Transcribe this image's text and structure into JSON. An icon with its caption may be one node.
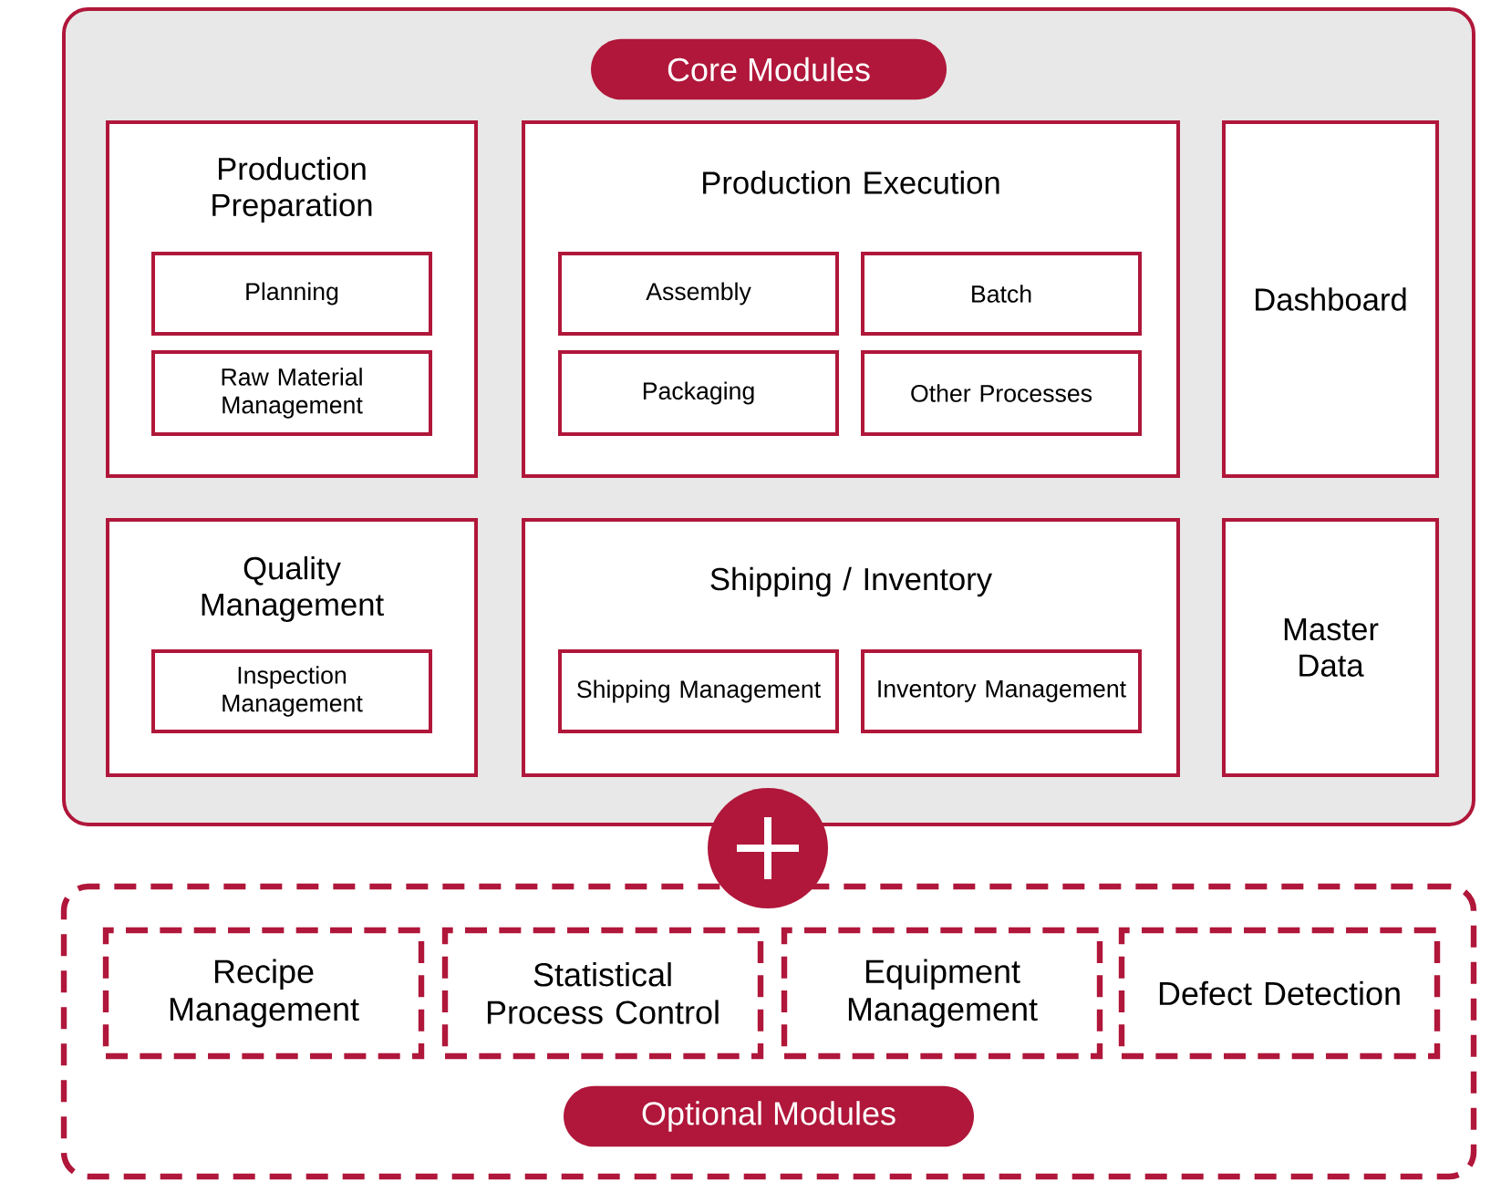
{
  "diagram": {
    "nodes": [
      {
        "text": [
          "Core Modules"
        ]
      },
      {
        "text": [
          "Production Preparation"
        ],
        "in": 0
      },
      {
        "text": [
          "Planning"
        ],
        "in": 1
      },
      {
        "text": [
          "Raw Material Management"
        ],
        "in": 1
      },
      {
        "text": [
          "Production Execution"
        ],
        "in": 0
      },
      {
        "text": [
          "Assembly"
        ],
        "in": 4
      },
      {
        "text": [
          "Batch"
        ],
        "in": 4
      },
      {
        "text": [
          "Packaging"
        ],
        "in": 4
      },
      {
        "text": [
          "Other Processes"
        ],
        "in": 4
      },
      {
        "text": [
          "Dashboard"
        ],
        "in": 0
      },
      {
        "text": [
          "Quality Management"
        ],
        "in": 0
      },
      {
        "text": [
          "Inspection Management"
        ],
        "in": 10
      },
      {
        "text": [
          "Shipping / Inventory"
        ],
        "in": 0
      },
      {
        "text": [
          "Shipping Management"
        ],
        "in": 12
      },
      {
        "text": [
          "Inventory Management"
        ],
        "in": 12
      },
      {
        "text": [
          "Master Data"
        ],
        "in": 0
      },
      {
        "text": [
          "Optional Modules"
        ]
      },
      {
        "text": [
          "Recipe Management"
        ],
        "in": 16
      },
      {
        "text": [
          "Statistical Process Control"
        ],
        "in": 16
      },
      {
        "text": [
          "Equipment Management"
        ],
        "in": 16
      },
      {
        "text": [
          "Defect Detection"
        ],
        "in": 16
      }
    ],
    "edges": []
  }
}
